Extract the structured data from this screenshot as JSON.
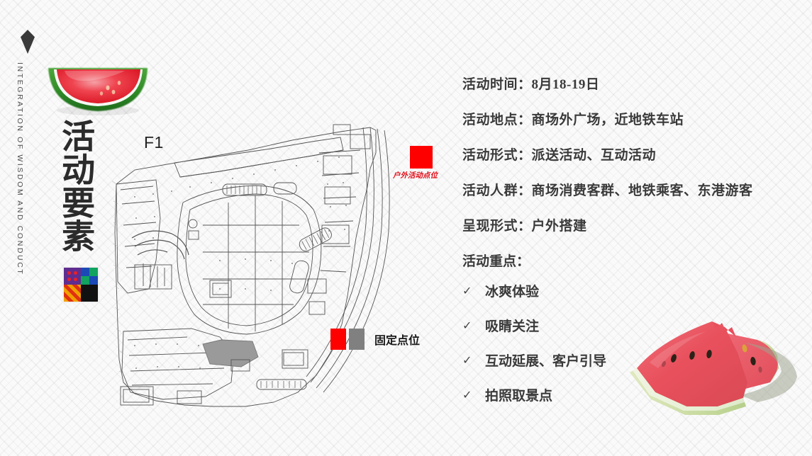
{
  "slide": {
    "background_color": "#fafafa"
  },
  "rail": {
    "diamond_icon": "diamond-icon",
    "vertical_text": "INTEGRATION OF WISDOM AND CONDUCT"
  },
  "title": {
    "vertical_heading": "活动要素"
  },
  "logo": {
    "name": "brand-logo",
    "colors": {
      "top_left": "#5f2d8f",
      "dot": "#e8202a",
      "top_right_a": "#1b49b5",
      "top_right_b": "#11a35f",
      "bottom_left_a": "#f0a000",
      "bottom_left_b": "#e03010",
      "bottom_right": "#111111"
    }
  },
  "floorplan": {
    "level_label": "F1",
    "outdoor_marker": {
      "label": "户外活动点位",
      "color": "#ff0000"
    },
    "legend": {
      "label": "固定点位",
      "swatch_red": "#ff0000",
      "swatch_gray": "#808080"
    }
  },
  "info": {
    "rows": [
      {
        "key": "活动时间：",
        "value": "8月18-19日"
      },
      {
        "key": "活动地点：",
        "value": "商场外广场，近地铁车站"
      },
      {
        "key": "活动形式：",
        "value": "派送活动、互动活动"
      },
      {
        "key": "活动人群：",
        "value": "商场消费客群、地铁乘客、东港游客"
      },
      {
        "key": "呈现形式：",
        "value": "户外搭建"
      }
    ],
    "points_heading": "活动重点：",
    "check_glyph": "✓",
    "points": [
      "冰爽体验",
      "吸睛关注",
      "互动延展、客户引导",
      "拍照取景点"
    ]
  },
  "images": {
    "watermelon_top": "watermelon-half-watercolor",
    "watermelon_bottom": "watermelon-wedges-photo"
  }
}
